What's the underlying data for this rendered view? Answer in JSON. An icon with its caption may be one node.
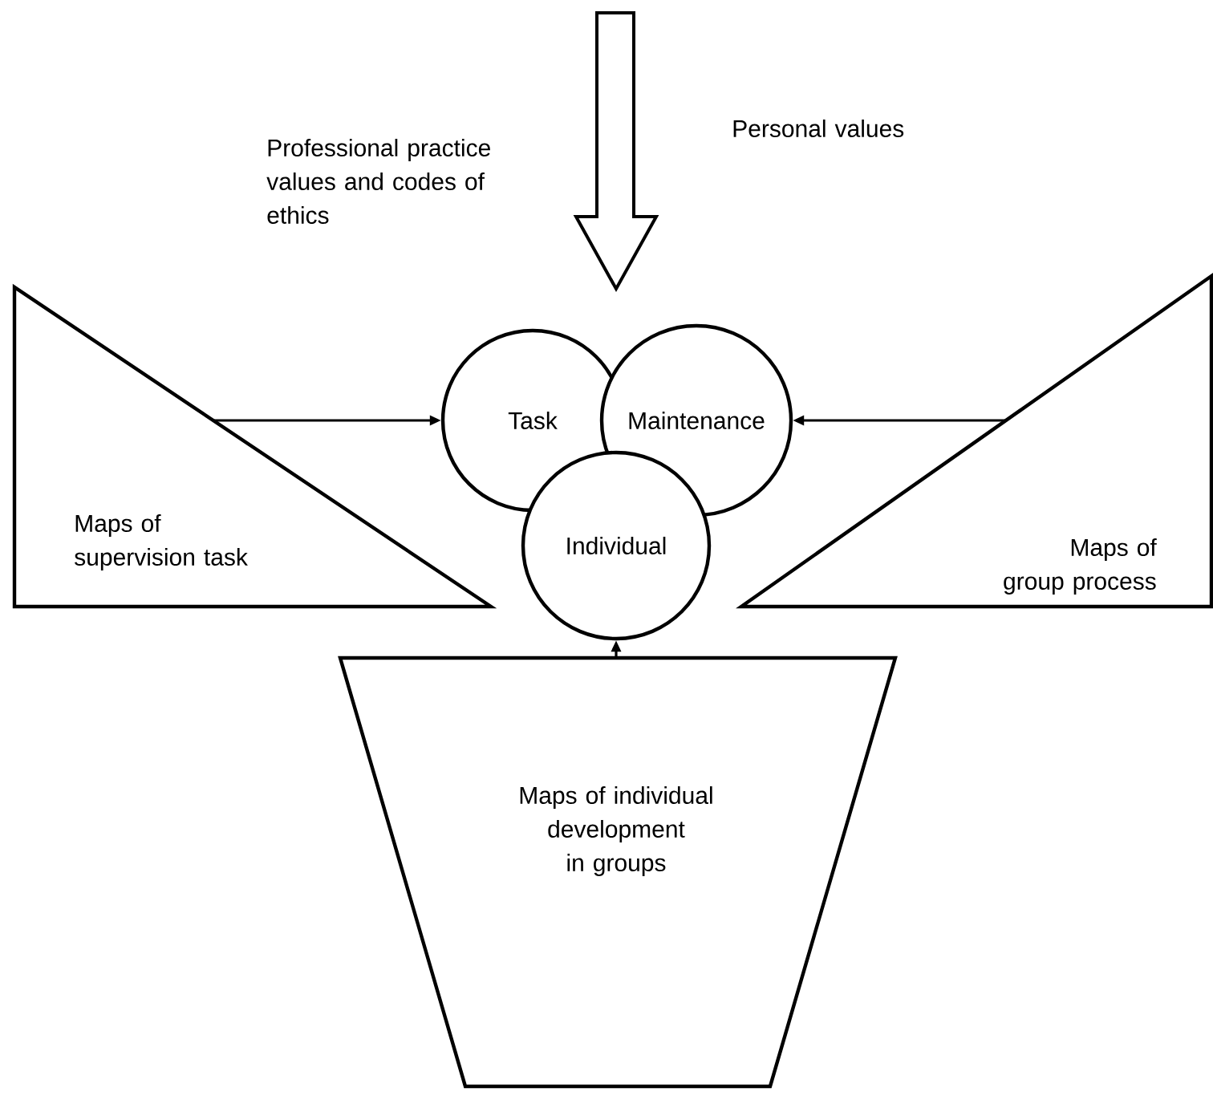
{
  "diagram": {
    "nodes": [
      {
        "text": [
          "Maps of supervision task"
        ]
      },
      {
        "text": [
          "Maps of group process"
        ]
      },
      {
        "text": [
          "Task"
        ]
      },
      {
        "text": [
          "Maintenance"
        ]
      },
      {
        "text": [
          "Individual"
        ]
      },
      {
        "text": [
          "Maps of individual development in groups"
        ]
      }
    ],
    "edges": [
      {
        "from": 0,
        "to": 2,
        "arrow": "to"
      },
      {
        "from": 1,
        "to": 3,
        "arrow": "to"
      },
      {
        "from": 5,
        "to": 4,
        "arrow": "to"
      }
    ],
    "labels": [
      "Professional practice values and codes of ethics",
      "Personal values"
    ]
  }
}
